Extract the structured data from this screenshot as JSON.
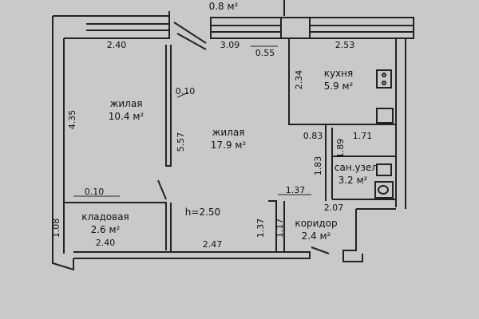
{
  "rooms": {
    "living_small": {
      "name": "жилая",
      "area": "10.4 м²"
    },
    "living_big": {
      "name": "жилая",
      "area": "17.9 м²"
    },
    "kitchen": {
      "name": "кухня",
      "area": "5.9 м²"
    },
    "bathroom": {
      "name": "сан.узел",
      "area": "3.2 м²"
    },
    "storage": {
      "name": "кладовая",
      "area": "2.6 м²"
    },
    "corridor": {
      "name": "коридор",
      "area": "2.4 м²"
    },
    "balcony": {
      "name": "",
      "area": "0.8 м²"
    }
  },
  "dimensions": {
    "d_240_top": "2.40",
    "d_309": "3.09",
    "d_055": "0.55",
    "d_253": "2.53",
    "d_435": "4.35",
    "d_010_a": "0.10",
    "d_557": "5.57",
    "d_234": "2.34",
    "d_083": "0.83",
    "d_171": "1.71",
    "d_189": "1.89",
    "d_183": "1.83",
    "d_010_b": "0.10",
    "d_137_top": "1.37",
    "d_207": "2.07",
    "d_108": "1.08",
    "d_137_side": "1.37",
    "d_117": "1.17",
    "d_240_bottom": "2.40",
    "d_247": "2.47"
  },
  "ceiling_height": "h=2.50",
  "colors": {
    "wall": "#2b2b2b",
    "paper": "#c9c9c9",
    "ink": "#111111"
  }
}
